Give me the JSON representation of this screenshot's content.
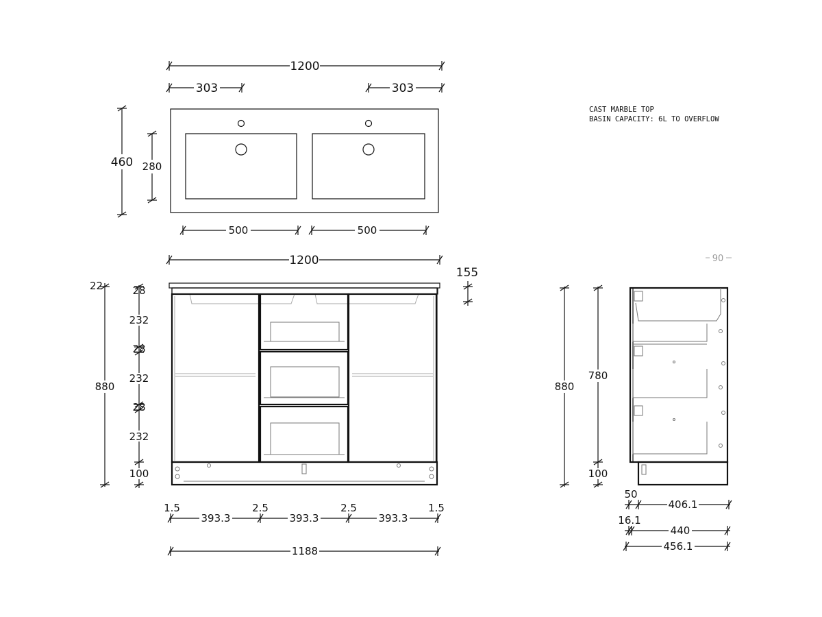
{
  "notes": {
    "line1": "CAST MARBLE TOP",
    "line2": "BASIN CAPACITY: 6L TO OVERFLOW"
  },
  "top_view": {
    "overall_width": "1200",
    "left_offset": "303",
    "right_offset": "303",
    "depth": "460",
    "basin_depth": "280",
    "basin_width_left": "500",
    "basin_width_right": "500"
  },
  "front_view": {
    "overall_width": "1200",
    "top_thickness": "155",
    "top_gap": "22",
    "total_height": "880",
    "rail_1": "28",
    "door_seg_1": "232",
    "rail_2": "28",
    "door_seg_2": "232",
    "rail_3": "28",
    "door_seg_3": "232",
    "plinth": "100",
    "gap_left": "1.5",
    "panel_1": "393.3",
    "gap_mid_1": "2.5",
    "panel_2": "393.3",
    "gap_mid_2": "2.5",
    "panel_3": "393.3",
    "gap_right": "1.5",
    "carcass_width": "1188"
  },
  "side_view": {
    "angle_label": "90",
    "total_height": "880",
    "body_height": "780",
    "plinth": "100",
    "kick_setback": "50",
    "body_depth": "406.1",
    "door_thickness": "16.1",
    "depth_440": "440",
    "overall_depth": "456.1"
  }
}
